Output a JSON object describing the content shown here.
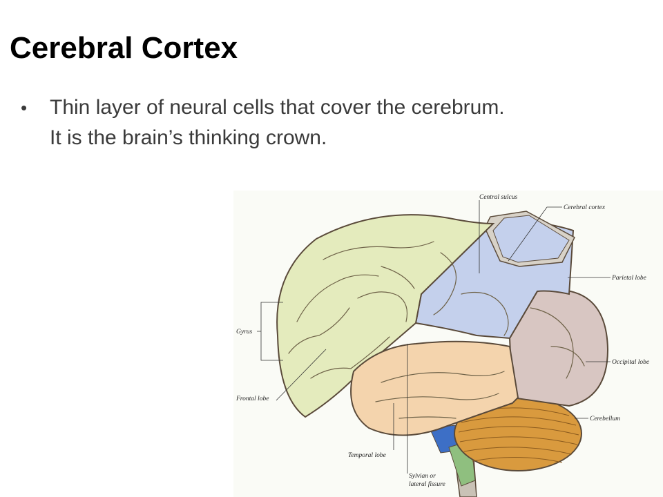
{
  "slide": {
    "title": "Cerebral Cortex",
    "bullets": [
      {
        "lines": [
          "Thin layer of neural cells that cover the cerebrum.",
          "It is the brain’s thinking crown."
        ]
      }
    ]
  },
  "figure": {
    "labels": {
      "central_sulcus": "Central sulcus",
      "cerebral_cortex": "Cerebral cortex",
      "parietal_lobe": "Parietal lobe",
      "gyrus": "Gyrus",
      "occipital_lobe": "Occipital lobe",
      "frontal_lobe": "Frontal lobe",
      "cerebellum": "Cerebellum",
      "temporal_lobe": "Temporal lobe",
      "sylvian_line1": "Sylvian or",
      "sylvian_line2": "lateral fissure"
    },
    "colors": {
      "frontal_lobe": "#e4ebbd",
      "parietal_lobe": "#c4d0ec",
      "occipital_lobe": "#d8c6c2",
      "temporal_lobe": "#f4d4ad",
      "cerebellum": "#d99a3e",
      "brainstem_blue": "#3d6fc6",
      "brainstem_green": "#8fbf7f",
      "outline": "#5a4a3a"
    }
  }
}
